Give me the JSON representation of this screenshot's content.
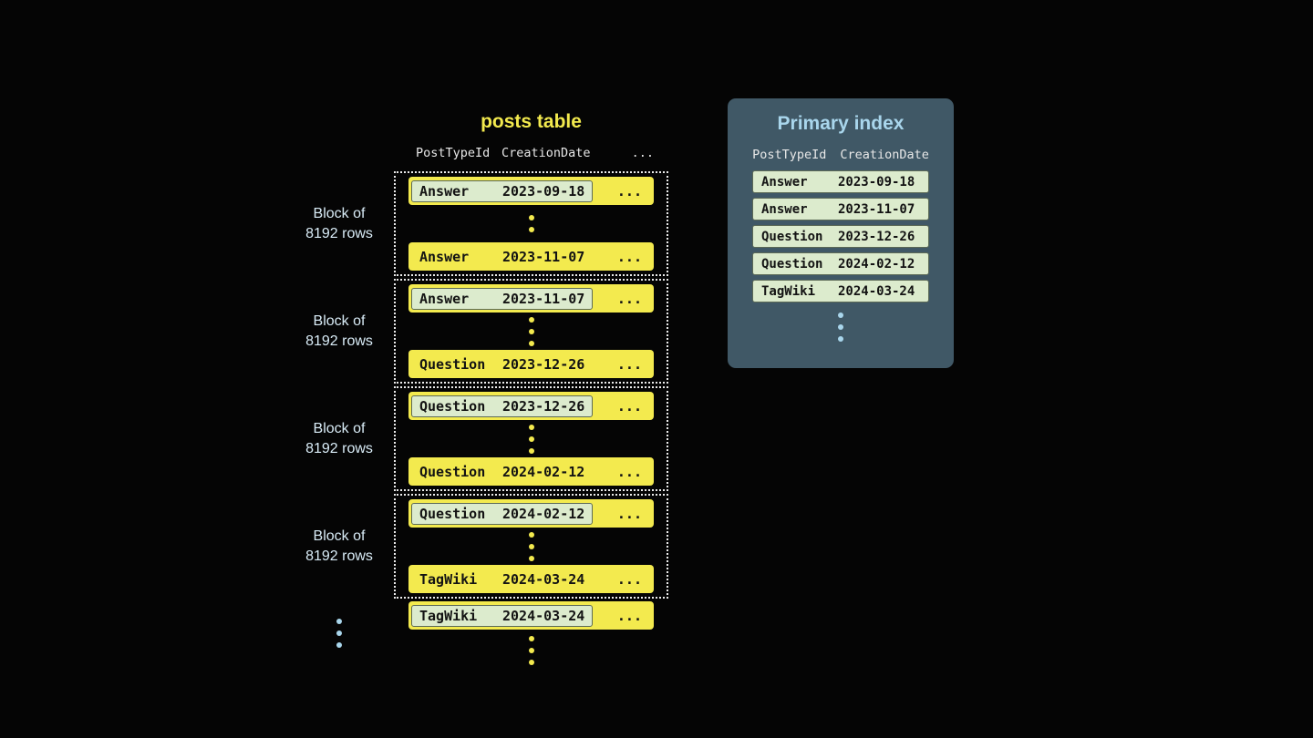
{
  "colors": {
    "background": "#050505",
    "row_yellow": "#f3ea4e",
    "pale_green": "#dcebcd",
    "box_border": "#5c6a56",
    "panel_bg": "#405866",
    "title_blue": "#a9d6ec",
    "label_text": "#d9ecf7",
    "header_text": "#e8e8e8",
    "dot_blue": "#a9d6ec",
    "row_text": "#131313",
    "block_border": "#ececec"
  },
  "posts_table": {
    "title": "posts table",
    "columns": [
      "PostTypeId",
      "CreationDate"
    ],
    "header_ellipsis": "...",
    "block_label": [
      "Block of",
      "8192 rows"
    ],
    "blocks": [
      {
        "first": {
          "type": "Answer",
          "date": "2023-09-18",
          "ellipsis": "..."
        },
        "last": {
          "type": "Answer",
          "date": "2023-11-07",
          "ellipsis": "..."
        }
      },
      {
        "first": {
          "type": "Answer",
          "date": "2023-11-07",
          "ellipsis": "..."
        },
        "last": {
          "type": "Question",
          "date": "2023-12-26",
          "ellipsis": "..."
        }
      },
      {
        "first": {
          "type": "Question",
          "date": "2023-12-26",
          "ellipsis": "..."
        },
        "last": {
          "type": "Question",
          "date": "2024-02-12",
          "ellipsis": "..."
        }
      },
      {
        "first": {
          "type": "Question",
          "date": "2024-02-12",
          "ellipsis": "..."
        },
        "last": {
          "type": "TagWiki",
          "date": "2024-03-24",
          "ellipsis": "..."
        }
      }
    ],
    "trailing_row": {
      "type": "TagWiki",
      "date": "2024-03-24",
      "ellipsis": "..."
    }
  },
  "primary_index": {
    "title": "Primary index",
    "columns": [
      "PostTypeId",
      "CreationDate"
    ],
    "rows": [
      {
        "type": "Answer",
        "date": "2023-09-18"
      },
      {
        "type": "Answer",
        "date": "2023-11-07"
      },
      {
        "type": "Question",
        "date": "2023-12-26"
      },
      {
        "type": "Question",
        "date": "2024-02-12"
      },
      {
        "type": "TagWiki",
        "date": "2024-03-24"
      }
    ]
  }
}
